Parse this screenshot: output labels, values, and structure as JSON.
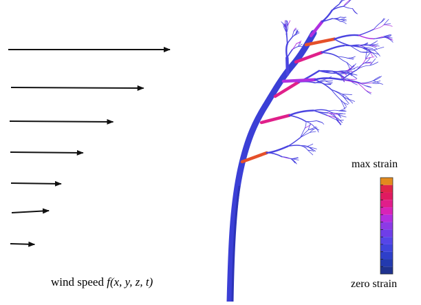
{
  "labels": {
    "wind_speed": "wind speed",
    "wind_function": "f(x, y, z, t)",
    "max_strain": "max strain",
    "zero_strain": "zero strain"
  },
  "colors": {
    "arrow": "#111111",
    "trunk": "#3b3fd6",
    "branch_low": "#4a44e0",
    "branch_mid": "#b030e0",
    "branch_high": "#e0208a",
    "branch_max": "#e5502a"
  },
  "colorbar": [
    "#e38a1d",
    "#e0254a",
    "#e01a60",
    "#e01e8a",
    "#d823b8",
    "#b22ee0",
    "#8c3ae6",
    "#6f3ee8",
    "#5545e8",
    "#3f44dc",
    "#2e3fc9",
    "#233aaf",
    "#1f328f"
  ],
  "wind_arrows": [
    {
      "relative_speed": 1.0
    },
    {
      "relative_speed": 0.82
    },
    {
      "relative_speed": 0.64
    },
    {
      "relative_speed": 0.45
    },
    {
      "relative_speed": 0.31
    },
    {
      "relative_speed": 0.23
    },
    {
      "relative_speed": 0.15
    }
  ]
}
